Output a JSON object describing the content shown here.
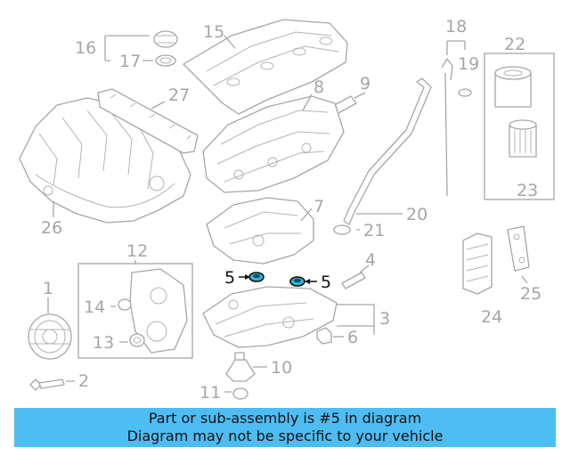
{
  "callouts": {
    "c1": "1",
    "c2": "2",
    "c3": "3",
    "c4": "4",
    "c5a": "5",
    "c5b": "5",
    "c6": "6",
    "c7": "7",
    "c8": "8",
    "c9": "9",
    "c10": "10",
    "c11": "11",
    "c12": "12",
    "c13": "13",
    "c14": "14",
    "c15": "15",
    "c16": "16",
    "c17": "17",
    "c18": "18",
    "c19": "19",
    "c20": "20",
    "c21": "21",
    "c22": "22",
    "c23": "23",
    "c24": "24",
    "c25": "25",
    "c26": "26",
    "c27": "27"
  },
  "highlight": {
    "part_number": "5",
    "color": "#35b4d6"
  },
  "banner": {
    "line1": "Part or sub-assembly is #5 in diagram",
    "line2": "Diagram may not be specific to your vehicle",
    "color": "#4dbdf4"
  }
}
